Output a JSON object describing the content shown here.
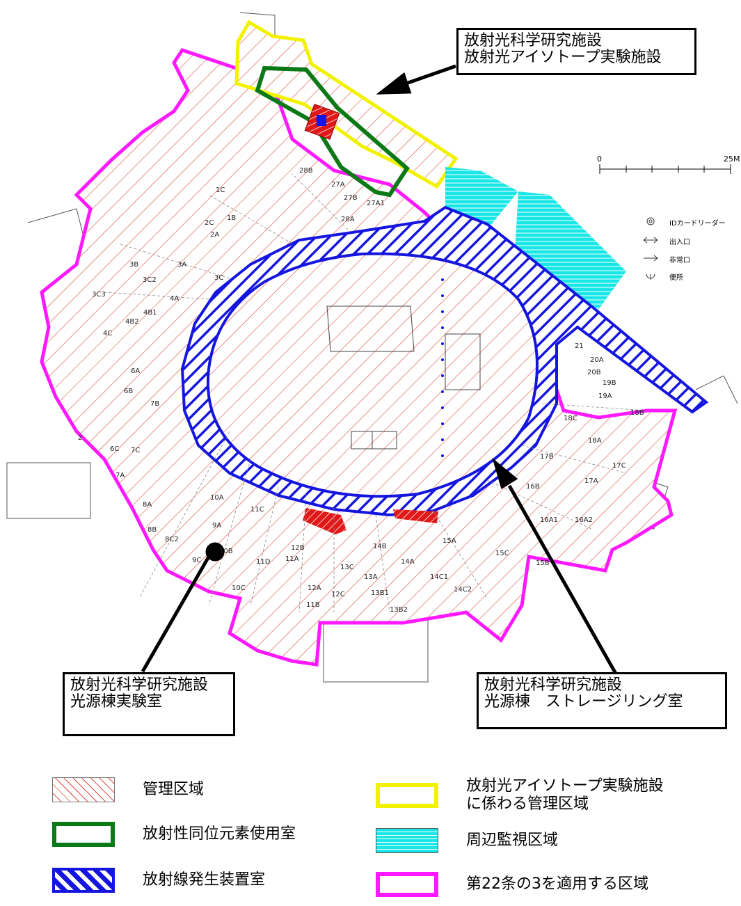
{
  "callouts": {
    "top": {
      "line1": "放射光科学研究施設",
      "line2": "放射光アイソトープ実験施設"
    },
    "left": {
      "line1": "放射光科学研究施設",
      "line2": "光源棟実験室"
    },
    "right": {
      "line1": "放射光科学研究施設",
      "line2": "光源棟　ストレージリング室"
    }
  },
  "scale": {
    "start": "0",
    "end": "25M"
  },
  "symbols": {
    "card_reader": "IDカードリーダー",
    "entrance": "出入口",
    "emergency_exit": "非常口",
    "toilet": "便所"
  },
  "legend": [
    {
      "label": "管理区域",
      "color": "#e24b3f"
    },
    {
      "label": "放射性同位元素使用室",
      "color": "#0b7a16"
    },
    {
      "label": "放射線発生装置室",
      "color": "#1515e0"
    },
    {
      "label_line1": "放射光アイソトープ実験施設",
      "label_line2": "に係わる管理区域",
      "color": "#f2f200"
    },
    {
      "label": "周辺監視区域",
      "color": "#19e6e6"
    },
    {
      "label": "第22条の3を適用する区域",
      "color": "#ff19ff"
    }
  ],
  "beamline_labels": [
    "28B",
    "27A",
    "27B",
    "27A1",
    "28A",
    "1C",
    "1B",
    "2C",
    "2A",
    "3A",
    "3B",
    "3C2",
    "3C3",
    "3C",
    "4A",
    "4B1",
    "4B2",
    "4C",
    "6A",
    "6B",
    "6C",
    "7A",
    "7B",
    "7C",
    "8A",
    "8B",
    "8C2",
    "9A",
    "9C",
    "10A",
    "10B",
    "10C",
    "11A",
    "11C",
    "11D",
    "11B",
    "12A",
    "12B",
    "12C",
    "13A",
    "13B1",
    "13B2",
    "13C",
    "14A",
    "14B",
    "14C1",
    "14C2",
    "15A",
    "15B",
    "15C",
    "16A1",
    "16A2",
    "16B",
    "17A",
    "17B",
    "17C",
    "18A",
    "18B",
    "18C",
    "19A",
    "19B",
    "20A",
    "20B",
    "21",
    "2"
  ]
}
